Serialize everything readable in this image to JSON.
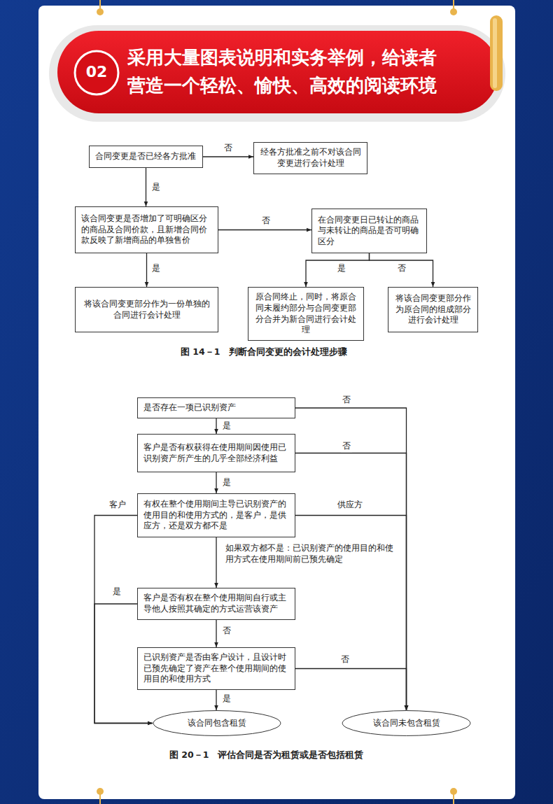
{
  "diagram": {
    "title": "采用大量图表说明和实务举例，给读者营造一个轻松、愉快、高效的阅读环境",
    "nodes": [
      {
        "text": [
          "合同变更是否已经各方批准"
        ]
      },
      {
        "text": [
          "经各方批准之前不对该合同变更进行会计处理"
        ]
      },
      {
        "text": [
          "该合同变更是否增加了可明确区分的商品及合同价款，且新增合同价款反映了新增商品的单独售价"
        ]
      },
      {
        "text": [
          "在合同变更日已转让的商品与未转让的商品是否可明确区分"
        ]
      },
      {
        "text": [
          "将该合同变更部分作为一份单独的合同进行会计处理"
        ]
      },
      {
        "text": [
          "原合同终止，同时，将原合同未履约部分与合同变更部分合并为新合同进行会计处理"
        ]
      },
      {
        "text": [
          "将该合同变更部分作为原合同的组成部分进行会计处理"
        ]
      },
      {
        "text": [
          "是否存在一项已识别资产"
        ]
      },
      {
        "text": [
          "客户是否有权获得在使用期间因使用已识别资产所产生的几乎全部经济利益"
        ]
      },
      {
        "text": [
          "有权在整个使用期间主导已识别资产的使用目的和使用方式的，是客户，是供应方，还是双方都不是"
        ]
      },
      {
        "text": [
          "客户是否有权在整个使用期间自行或主导他人按照其确定的方式运营该资产"
        ]
      },
      {
        "text": [
          "已识别资产是否由客户设计，且设计时已预先确定了资产在整个使用期间的使用目的和使用方式"
        ]
      },
      {
        "text": [
          "该合同包含租赁"
        ]
      },
      {
        "text": [
          "该合同未包含租赁"
        ]
      }
    ],
    "edges": [
      {
        "from": 0,
        "to": 1,
        "arrow": "to",
        "label": "否"
      },
      {
        "from": 0,
        "to": 2,
        "arrow": "to",
        "label": "是"
      },
      {
        "from": 2,
        "to": 3,
        "arrow": "to",
        "label": "否"
      },
      {
        "from": 2,
        "to": 4,
        "arrow": "to",
        "label": "是"
      },
      {
        "from": 3,
        "to": 5,
        "arrow": "to",
        "label": "是"
      },
      {
        "from": 3,
        "to": 6,
        "arrow": "to",
        "label": "否"
      },
      {
        "from": 7,
        "to": 8,
        "arrow": "to",
        "label": "是"
      },
      {
        "from": 8,
        "to": 9,
        "arrow": "to",
        "label": "是"
      },
      {
        "from": 9,
        "to": 10,
        "arrow": "to",
        "label": "如果双方都不是：已识别资产的使用目的和使用方式在使用期间前已预先确定"
      },
      {
        "from": 10,
        "to": 11,
        "arrow": "to",
        "label": "否"
      },
      {
        "from": 11,
        "to": 12,
        "arrow": "to",
        "label": "是"
      },
      {
        "from": 7,
        "to": 13,
        "arrow": "to",
        "label": "否"
      },
      {
        "from": 8,
        "to": 13,
        "arrow": "to",
        "label": "否"
      },
      {
        "from": 9,
        "to": 13,
        "arrow": "to",
        "label": "供应方"
      },
      {
        "from": 11,
        "to": 13,
        "arrow": "to",
        "label": "否"
      },
      {
        "from": 9,
        "to": 12,
        "arrow": "to",
        "label": "客户"
      },
      {
        "from": 10,
        "to": 12,
        "arrow": "to",
        "label": "是"
      }
    ],
    "labels": [
      "02",
      "图 14－1　判断合同变更的会计处理步骤",
      "图 20－1　评估合同是否为租赁或是否包括租赁"
    ]
  }
}
